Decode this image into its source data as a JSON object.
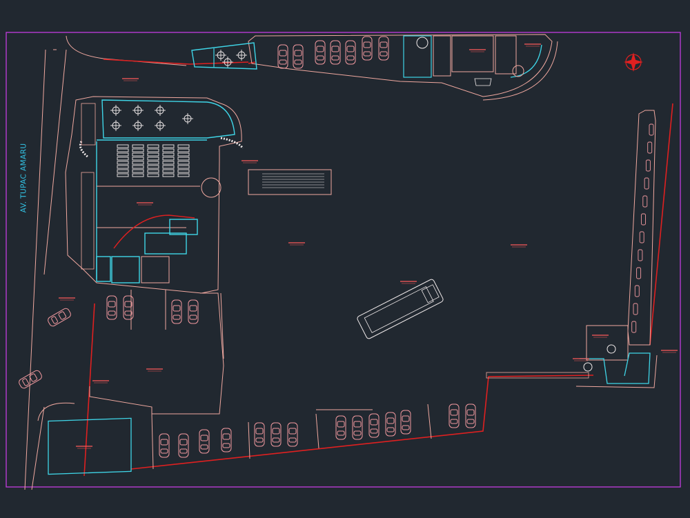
{
  "drawing": {
    "title": "",
    "street_label": "AV. TUPAC AMARU",
    "colors": {
      "background": "#212830",
      "frame": "#c23ce0",
      "building_outline": "#f1a9a0",
      "property_line": "#e02020",
      "walls": "#3fd6e8",
      "furniture": "#f2ecec",
      "car": "#f39aa0",
      "text_marks": "#ff5a5a"
    },
    "icons": [
      "north-arrow-icon"
    ],
    "blocks": [
      "main-building",
      "north-building",
      "central-plaza",
      "east-strip",
      "southeast-booth",
      "parking-south",
      "parking-north",
      "green-area"
    ]
  }
}
